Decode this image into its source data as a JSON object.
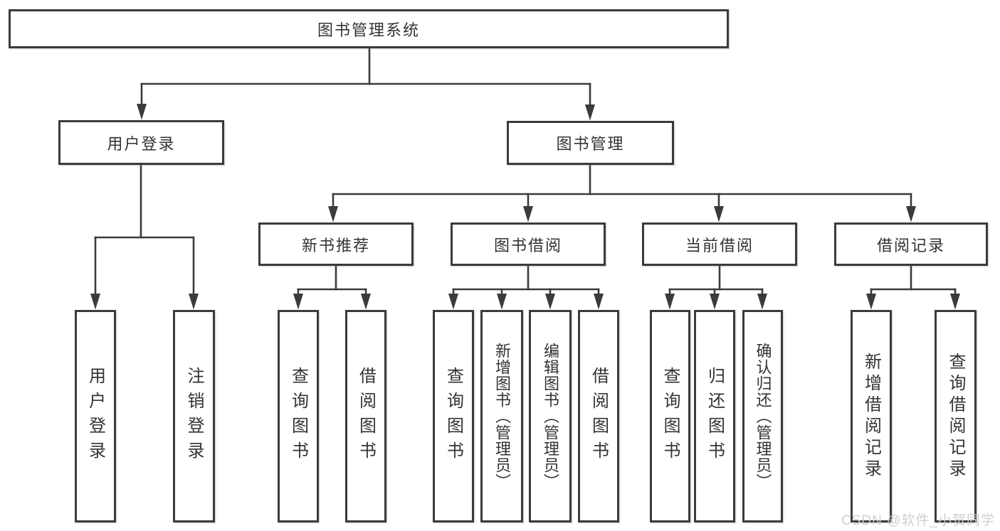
{
  "colors": {
    "line": "#3b3b3b",
    "box_border": "#3b3b3b",
    "text": "#333333",
    "background": "#ffffff",
    "watermark": "#cdcdcd"
  },
  "tree": {
    "root": "图书管理系统",
    "branches": [
      {
        "label": "用户登录",
        "children": [
          "用户登录",
          "注销登录"
        ]
      },
      {
        "label": "图书管理",
        "children": [
          {
            "label": "新书推荐",
            "children": [
              "查询图书",
              "借阅图书"
            ]
          },
          {
            "label": "图书借阅",
            "children": [
              "查询图书",
              "新增图书（管理员）",
              "编辑图书（管理员）",
              "借阅图书"
            ]
          },
          {
            "label": "当前借阅",
            "children": [
              "查询图书",
              "归还图书",
              "确认归还（管理员）"
            ]
          },
          {
            "label": "借阅记录",
            "children": [
              "新增借阅记录",
              "查询借阅记录"
            ]
          }
        ]
      }
    ]
  },
  "watermark": {
    "text": "CSDN @软件_小贺同学"
  }
}
